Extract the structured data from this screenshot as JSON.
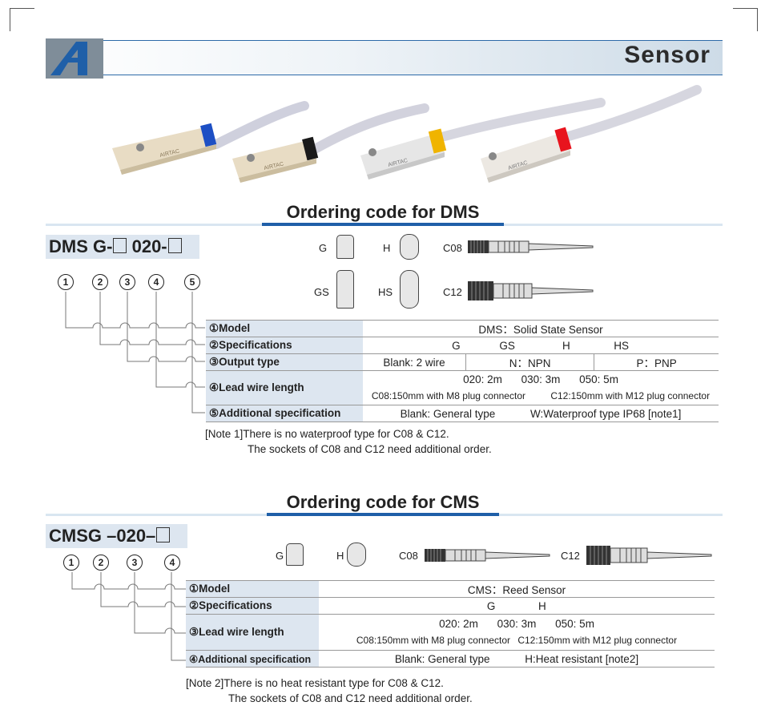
{
  "header": {
    "title": "Sensor",
    "logo_letter": "A"
  },
  "dms": {
    "section_title": "Ordering code for DMS",
    "code": {
      "part1": "DMS",
      "part2": "G-",
      "part3": "020-"
    },
    "callouts": [
      "1",
      "2",
      "3",
      "4",
      "5"
    ],
    "icons": {
      "g": "G",
      "h": "H",
      "gs": "GS",
      "hs": "HS",
      "c08": "C08",
      "c12": "C12"
    },
    "rows": [
      {
        "label": "①Model",
        "value": "DMS：Solid State Sensor"
      },
      {
        "label": "②Specifications",
        "values": [
          "G",
          "GS",
          "H",
          "HS"
        ]
      },
      {
        "label": "③Output type",
        "values": [
          "Blank: 2 wire",
          "N：NPN",
          "P：PNP"
        ]
      },
      {
        "label": "④Lead wire length",
        "line1": [
          "020: 2m",
          "030: 3m",
          "050: 5m"
        ],
        "line2": [
          "C08:150mm with M8 plug connector",
          "C12:150mm with M12 plug connector"
        ]
      },
      {
        "label": "⑤Additional specification",
        "values": [
          "Blank: General type",
          "W:Waterproof type IP68 [note1]"
        ]
      }
    ],
    "note": {
      "tag": "[Note 1]",
      "line1": "There is no waterproof type for C08 & C12.",
      "line2": "The sockets of C08 and C12 need additional order."
    }
  },
  "cms": {
    "section_title": "Ordering code for CMS",
    "code": {
      "part1": "CMSG –020–"
    },
    "callouts": [
      "1",
      "2",
      "3",
      "4"
    ],
    "icons": {
      "g": "G",
      "h": "H",
      "c08": "C08",
      "c12": "C12"
    },
    "rows": [
      {
        "label": "①Model",
        "value": "CMS：Reed Sensor"
      },
      {
        "label": "②Specifications",
        "values": [
          "G",
          "H"
        ]
      },
      {
        "label": "③Lead wire length",
        "line1": [
          "020: 2m",
          "030: 3m",
          "050: 5m"
        ],
        "line2": [
          "C08:150mm with M8 plug connector",
          "C12:150mm with M12 plug connector"
        ]
      },
      {
        "label": "④Additional specification",
        "values": [
          "Blank: General type",
          "H:Heat resistant [note2]"
        ]
      }
    ],
    "note": {
      "tag": "[Note 2]",
      "line1": "There is no heat resistant type for C08 & C12.",
      "line2": "The sockets of C08 and C12 need additional order."
    }
  },
  "product_photo": {
    "brand_text": "AIRTAC",
    "band_colors": [
      "#1d4fc4",
      "#1a1a1a",
      "#f0b400",
      "#e8141e"
    ]
  }
}
